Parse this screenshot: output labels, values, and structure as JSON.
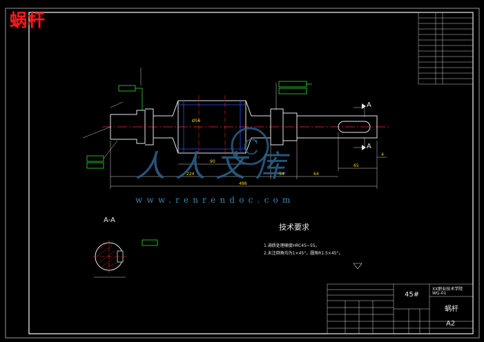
{
  "drawing": {
    "heading": "蜗杆",
    "section_label": "A-A",
    "section_mark_top": "A",
    "section_mark_bottom": "A",
    "tech_title": "技术要求",
    "tech_notes": [
      "1.调质处理硬度HRC45~55。",
      "2.未注倒角均为1×45°，圆角R1.5×45°。"
    ],
    "dims": {
      "overall_length": "488",
      "seg1": "224",
      "seg2": "90",
      "seg3": "54",
      "seg4": "64",
      "seg5": "65",
      "seg6": "4",
      "dia_main": "Ø56"
    }
  },
  "watermark": {
    "brand": "人人文库",
    "url": "www.renrendoc.com"
  },
  "colors": {
    "background": "#000000",
    "heading": "#ff1a1a",
    "frame": "#ffffff",
    "outline": "#e8e8e8",
    "centerline": "#ff2a2a",
    "hidden": "#2f4dff",
    "tolerance": "#33ff33",
    "dimension_text": "#ffd400",
    "watermark": "#2c5f86"
  },
  "title_block": {
    "material": "45#",
    "part_name": "蜗杆",
    "sheet_size": "A2",
    "school": "XX职业技术学院",
    "drawing_no": "WG-01"
  }
}
